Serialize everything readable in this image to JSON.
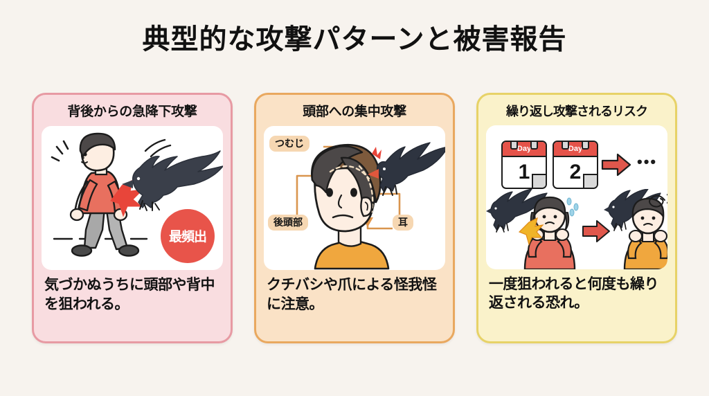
{
  "page": {
    "title": "典型的な攻撃パターンと被害報告",
    "background_color": "#f7f3ee"
  },
  "cards": [
    {
      "id": "card-sudden-dive",
      "title": "背後からの急降下攻撃",
      "caption": "気づかぬうちに頭部や背中を狙われる。",
      "border_color": "#e79aa3",
      "fill_color": "#f9dde0",
      "badge": {
        "label": "最頻出",
        "color": "#e8544a"
      },
      "illustration": "walking-person-attacked-from-behind-by-crow"
    },
    {
      "id": "card-head-focus",
      "title": "頭部への集中攻撃",
      "caption": "クチバシや爪による怪我怪に注意。",
      "border_color": "#e9a85f",
      "fill_color": "#fae2c6",
      "illustration": "head-diagram-with-crow",
      "labels": [
        {
          "id": "label-tsumuji",
          "text": "つむじ"
        },
        {
          "id": "label-kotoubu",
          "text": "後頭部"
        },
        {
          "id": "label-mimi",
          "text": "耳"
        }
      ]
    },
    {
      "id": "card-repeat-risk",
      "title": "繰り返し攻撃されるリスク",
      "caption": "一度狙われると何度も繰り返される恐れ。",
      "border_color": "#e7d267",
      "fill_color": "#faf2ca",
      "illustration": "calendar-sequence-and-repeated-attacks",
      "calendars": [
        {
          "head": "Day",
          "number": "1"
        },
        {
          "head": "Day",
          "number": "2"
        }
      ],
      "ellipsis": "•••",
      "arrow_color": "#e0574c"
    }
  ]
}
